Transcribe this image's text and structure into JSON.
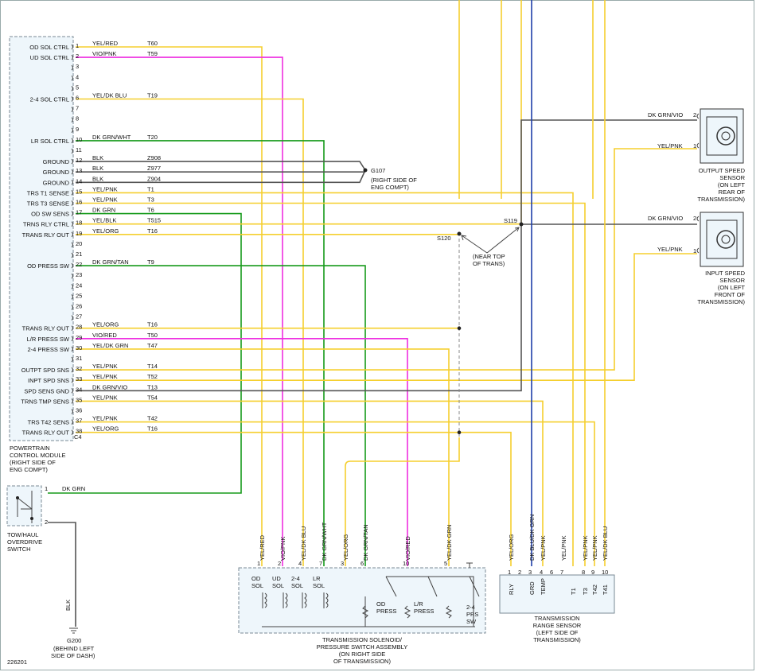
{
  "diagram_id": "226201",
  "colors": {
    "yellow": "#f5cf2e",
    "magenta": "#ee2fe0",
    "green": "#169a1a",
    "gray": "#555555",
    "blue": "#1f3fa8",
    "black": "#222222"
  },
  "pcm": {
    "pins": [
      {
        "n": "1",
        "label": "OD SOL CTRL",
        "wire": "YEL/RED",
        "circuit": "T60"
      },
      {
        "n": "2",
        "label": "UD SOL CTRL",
        "wire": "VIO/PNK",
        "circuit": "T59"
      },
      {
        "n": "3",
        "label": "",
        "wire": "",
        "circuit": ""
      },
      {
        "n": "4",
        "label": "",
        "wire": "",
        "circuit": ""
      },
      {
        "n": "5",
        "label": "",
        "wire": "",
        "circuit": ""
      },
      {
        "n": "6",
        "label": "2-4 SOL CTRL",
        "wire": "YEL/DK BLU",
        "circuit": "T19"
      },
      {
        "n": "7",
        "label": "",
        "wire": "",
        "circuit": ""
      },
      {
        "n": "8",
        "label": "",
        "wire": "",
        "circuit": ""
      },
      {
        "n": "9",
        "label": "",
        "wire": "",
        "circuit": ""
      },
      {
        "n": "10",
        "label": "LR SOL CTRL",
        "wire": "DK GRN/WHT",
        "circuit": "T20"
      },
      {
        "n": "11",
        "label": "",
        "wire": "",
        "circuit": ""
      },
      {
        "n": "12",
        "label": "GROUND",
        "wire": "BLK",
        "circuit": "Z908"
      },
      {
        "n": "13",
        "label": "GROUND",
        "wire": "BLK",
        "circuit": "Z977"
      },
      {
        "n": "14",
        "label": "GROUND",
        "wire": "BLK",
        "circuit": "Z904"
      },
      {
        "n": "15",
        "label": "TRS T1 SENSE",
        "wire": "YEL/PNK",
        "circuit": "T1"
      },
      {
        "n": "16",
        "label": "TRS T3 SENSE",
        "wire": "YEL/PNK",
        "circuit": "T3"
      },
      {
        "n": "17",
        "label": "OD SW SENS",
        "wire": "DK GRN",
        "circuit": "T6"
      },
      {
        "n": "18",
        "label": "TRNS RLY CTRL",
        "wire": "YEL/BLK",
        "circuit": "T515"
      },
      {
        "n": "19",
        "label": "TRANS RLY OUT",
        "wire": "YEL/ORG",
        "circuit": "T16"
      },
      {
        "n": "20",
        "label": "",
        "wire": "",
        "circuit": ""
      },
      {
        "n": "21",
        "label": "",
        "wire": "",
        "circuit": ""
      },
      {
        "n": "22",
        "label": "OD PRESS SW",
        "wire": "DK GRN/TAN",
        "circuit": "T9"
      },
      {
        "n": "23",
        "label": "",
        "wire": "",
        "circuit": ""
      },
      {
        "n": "24",
        "label": "",
        "wire": "",
        "circuit": ""
      },
      {
        "n": "25",
        "label": "",
        "wire": "",
        "circuit": ""
      },
      {
        "n": "26",
        "label": "",
        "wire": "",
        "circuit": ""
      },
      {
        "n": "27",
        "label": "",
        "wire": "",
        "circuit": ""
      },
      {
        "n": "28",
        "label": "TRANS RLY OUT",
        "wire": "YEL/ORG",
        "circuit": "T16"
      },
      {
        "n": "29",
        "label": "L/R PRESS SW",
        "wire": "VIO/RED",
        "circuit": "T50"
      },
      {
        "n": "30",
        "label": "2-4 PRESS SW",
        "wire": "YEL/DK GRN",
        "circuit": "T47"
      },
      {
        "n": "31",
        "label": "",
        "wire": "",
        "circuit": ""
      },
      {
        "n": "32",
        "label": "OUTPT SPD SNS",
        "wire": "YEL/PNK",
        "circuit": "T14"
      },
      {
        "n": "33",
        "label": "INPT SPD SNS",
        "wire": "YEL/PNK",
        "circuit": "T52"
      },
      {
        "n": "34",
        "label": "SPD SENS GND",
        "wire": "DK GRN/VIO",
        "circuit": "T13"
      },
      {
        "n": "35",
        "label": "TRNS TMP SENS",
        "wire": "YEL/PNK",
        "circuit": "T54"
      },
      {
        "n": "36",
        "label": "",
        "wire": "",
        "circuit": ""
      },
      {
        "n": "37",
        "label": "TRS T42 SENS",
        "wire": "YEL/PNK",
        "circuit": "T42"
      },
      {
        "n": "38",
        "label": "TRANS RLY OUT",
        "wire": "YEL/ORG",
        "circuit": "T16"
      }
    ],
    "connector": "C4",
    "title_lines": [
      "POWERTRAIN",
      "CONTROL MODULE",
      "(RIGHT SIDE OF",
      "ENG COMPT)"
    ]
  },
  "g107": {
    "label": "G107",
    "sub": [
      "(RIGHT SIDE OF",
      "ENG COMPT)"
    ]
  },
  "s120": "S120",
  "s119": "S119",
  "near_top": [
    "(NEAR TOP",
    "OF TRANS)"
  ],
  "output_speed_sensor": {
    "pin2_wire": "DK GRN/VIO",
    "pin1_wire": "YEL/PNK",
    "title": [
      "OUTPUT SPEED",
      "SENSOR",
      "(ON LEFT",
      "REAR OF",
      "TRANSMISSION)"
    ]
  },
  "input_speed_sensor": {
    "pin2_wire": "DK GRN/VIO",
    "pin1_wire": "YEL/PNK",
    "title": [
      "INPUT SPEED",
      "SENSOR",
      "(ON LEFT",
      "FRONT OF",
      "TRANSMISSION)"
    ]
  },
  "tow_haul": {
    "pin1_wire": "DK GRN",
    "title": [
      "TOW/HAUL",
      "OVERDRIVE",
      "SWITCH"
    ]
  },
  "g200": {
    "wire": "BLK",
    "label": "G200",
    "sub": [
      "(BEHIND LEFT",
      "SIDE OF DASH)"
    ]
  },
  "solenoid": {
    "wires": [
      {
        "n": "1",
        "label": "YEL/RED"
      },
      {
        "n": "2",
        "label": "VIO/PNK"
      },
      {
        "n": "4",
        "label": "YEL/DK BLU"
      },
      {
        "n": "7",
        "label": "DK GRN/WHT"
      },
      {
        "n": "3",
        "label": "YEL/ORG"
      },
      {
        "n": "6",
        "label": "DK GRN/TAN"
      },
      {
        "n": "10",
        "label": "VIO/RED"
      },
      {
        "n": "5",
        "label": "YEL/DK GRN"
      }
    ],
    "components": [
      "OD SOL",
      "UD SOL",
      "2-4 SOL",
      "LR SOL",
      "OD PRESS",
      "L/R PRESS",
      "2-4 PRS SW"
    ],
    "title": [
      "TRANSMISSION SOLENOID/",
      "PRESSURE SWITCH ASSEMBLY",
      "(ON RIGHT SIDE",
      "OF TRANSMISSION)"
    ]
  },
  "range_sensor": {
    "wires": [
      {
        "n": "1",
        "label": "YEL/ORG"
      },
      {
        "n": "2",
        "label": ""
      },
      {
        "n": "3",
        "label": "DK BLU/DK GRN"
      },
      {
        "n": "4",
        "label": "YEL/PNK"
      },
      {
        "n": "6",
        "label": ""
      },
      {
        "n": "7",
        "label": "YEL/PNK"
      },
      {
        "n": "8",
        "label": "YEL/PNK"
      },
      {
        "n": "9",
        "label": "YEL/PNK"
      },
      {
        "n": "10",
        "label": "YEL/DK BLU"
      }
    ],
    "terminals": [
      "RLY",
      "GRD",
      "TEMP",
      "T1",
      "T3",
      "T42",
      "T41"
    ],
    "title": [
      "TRANSMISSION",
      "RANGE SENSOR",
      "(LEFT SIDE OF",
      "TRANSMISSION)"
    ]
  }
}
